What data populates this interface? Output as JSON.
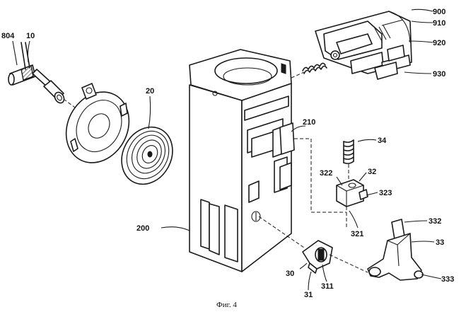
{
  "labels": {
    "l804": "804",
    "l10": "10",
    "l20": "20",
    "l200": "200",
    "l210": "210",
    "l900": "900",
    "l910": "910",
    "l920": "920",
    "l930": "930",
    "l34": "34",
    "l322": "322",
    "l32": "32",
    "l323": "323",
    "l321": "321",
    "l332": "332",
    "l33": "33",
    "l333": "333",
    "l30": "30",
    "l31": "31",
    "l311": "311"
  },
  "caption": "Фиг. 4"
}
